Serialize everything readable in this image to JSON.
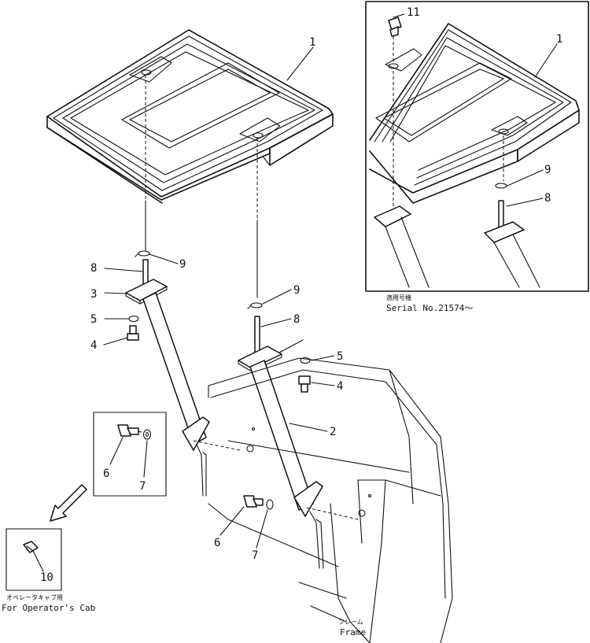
{
  "callouts": {
    "c1_main": "1",
    "c1_inset": "1",
    "c2": "2",
    "c3": "3",
    "c4_left": "4",
    "c4_right": "4",
    "c5_left": "5",
    "c5_right": "5",
    "c6_box": "6",
    "c6_main": "6",
    "c7_box": "7",
    "c7_main": "7",
    "c8_left": "8",
    "c8_right": "8",
    "c8_inset": "8",
    "c9_left": "9",
    "c9_right": "9",
    "c9_inset": "9",
    "c10": "10",
    "c11": "11"
  },
  "notes": {
    "serial_jp": "適用号機",
    "serial_en": "Serial No.21574～",
    "cab_jp": "オペレータキャブ用",
    "cab_en": "For Operator's Cab",
    "frame_jp": "フレーム",
    "frame_en": "Frame"
  }
}
